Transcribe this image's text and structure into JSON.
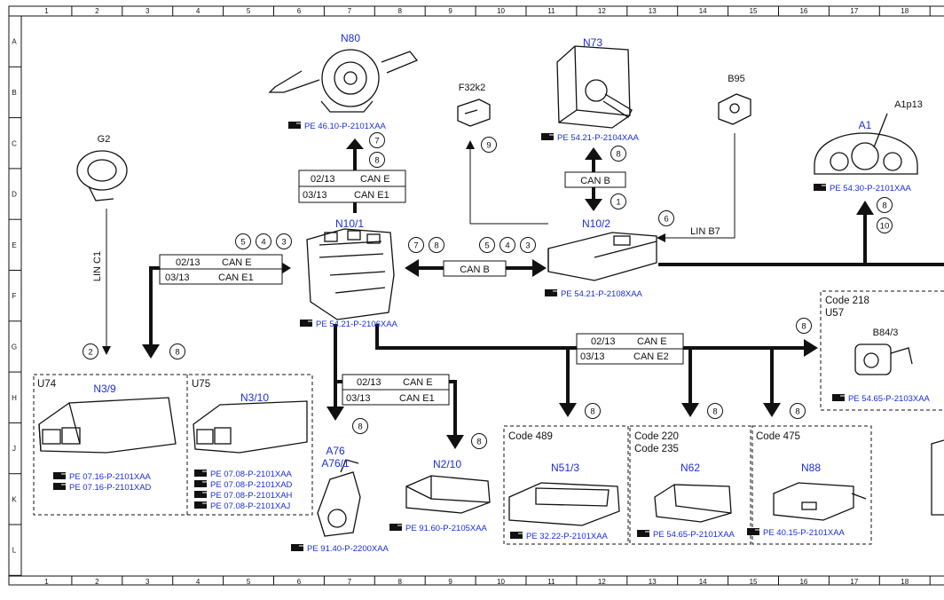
{
  "grid": {
    "columns": [
      "1",
      "2",
      "3",
      "4",
      "5",
      "6",
      "7",
      "8",
      "9",
      "10",
      "11",
      "12",
      "13",
      "14",
      "15",
      "16",
      "17",
      "18"
    ],
    "rows": [
      "A",
      "B",
      "C",
      "D",
      "E",
      "F",
      "G",
      "H",
      "J",
      "K",
      "L"
    ]
  },
  "components": {
    "n80": {
      "label": "N80",
      "ref": "PE 46.10-P-2101XAA"
    },
    "f32k2": {
      "label": "F32k2"
    },
    "n73": {
      "label": "N73",
      "ref": "PE 54.21-P-2104XAA"
    },
    "b95": {
      "label": "B95"
    },
    "a1p13": {
      "label": "A1p13"
    },
    "a1": {
      "label": "A1",
      "ref": "PE 54.30-P-2101XAA"
    },
    "g2": {
      "label": "G2"
    },
    "n10_1": {
      "label": "N10/1",
      "ref": "PE 54.21-P-2106XAA"
    },
    "n10_2": {
      "label": "N10/2",
      "ref": "PE 54.21-P-2108XAA"
    },
    "u57": {
      "code": "Code 218",
      "unit": "U57",
      "label": "B84/3",
      "ref": "PE 54.65-P-2103XAA"
    },
    "u74": {
      "unit": "U74",
      "label": "N3/9",
      "refs": [
        "PE 07.16-P-2101XAA",
        "PE 07.16-P-2101XAD"
      ]
    },
    "u75": {
      "unit": "U75",
      "label": "N3/10",
      "refs": [
        "PE 07.08-P-2101XAA",
        "PE 07.08-P-2101XAD",
        "PE 07.08-P-2101XAH",
        "PE 07.08-P-2101XAJ"
      ]
    },
    "a76": {
      "label": "A76",
      "label2": "A76/1",
      "ref": "PE 91.40-P-2200XAA"
    },
    "n2_10": {
      "label": "N2/10",
      "ref": "PE 91.60-P-2105XAA"
    },
    "n51_3": {
      "code": "Code 489",
      "label": "N51/3",
      "ref": "PE 32.22-P-2101XAA"
    },
    "n62": {
      "code1": "Code 220",
      "code2": "Code 235",
      "label": "N62",
      "ref": "PE 54.65-P-2101XAA"
    },
    "n88": {
      "code": "Code 475",
      "label": "N88",
      "ref": "PE 40.15-P-2101XAA"
    }
  },
  "buses": {
    "can_e_top": {
      "d1": "02/13",
      "v1": "CAN E",
      "d2": "03/13",
      "v2": "CAN E1"
    },
    "can_b_n73": {
      "label": "CAN B"
    },
    "lin_c1": {
      "label": "LIN C1"
    },
    "can_e_left": {
      "d1": "02/13",
      "v1": "CAN E",
      "d2": "03/13",
      "v2": "CAN E1"
    },
    "can_b_mid": {
      "label": "CAN B"
    },
    "lin_b7": {
      "label": "LIN B7"
    },
    "can_e_right": {
      "d1": "02/13",
      "v1": "CAN E",
      "d2": "03/13",
      "v2": "CAN E2"
    },
    "can_e_n2": {
      "d1": "02/13",
      "v1": "CAN E",
      "d2": "03/13",
      "v2": "CAN E1"
    }
  },
  "markers": {
    "m7": "7",
    "m8": "8",
    "m9": "9",
    "m1": "1",
    "m6": "6",
    "m10": "10",
    "m5": "5",
    "m4": "4",
    "m3": "3",
    "m2": "2"
  }
}
